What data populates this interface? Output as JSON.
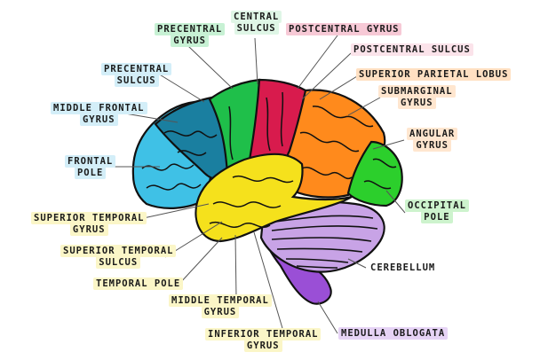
{
  "colors": {
    "frontal_pole": "#3fc1e6",
    "middle_frontal": "#1a7fa0",
    "precentral": "#1fbf4a",
    "postcentral": "#d81b4d",
    "parietal": "#ff8a1c",
    "occipital": "#2ccf2c",
    "temporal": "#f5e11c",
    "cerebellum": "#c8a3e6",
    "medulla": "#9a4fd6",
    "outline": "#111111",
    "leader": "#555555"
  },
  "labels": {
    "precentral_gyrus": {
      "lines": [
        "PRECENTRAL",
        "GYRUS"
      ],
      "tint": "#c7f1d4"
    },
    "central_sulcus": {
      "lines": [
        "CENTRAL",
        "SULCUS"
      ],
      "tint": "#dff6e6"
    },
    "postcentral_gyrus": {
      "lines": [
        "POSTCENTRAL GYRUS"
      ],
      "tint": "#f7c9d6"
    },
    "postcentral_sulcus": {
      "lines": [
        "POSTCENTRAL SULCUS"
      ],
      "tint": "#fbe3ea"
    },
    "superior_parietal_lobus": {
      "lines": [
        "SUPERIOR PARIETAL LOBUS"
      ],
      "tint": "#ffe0c2"
    },
    "submarginal_gyrus": {
      "lines": [
        "SUBMARGINAL",
        "GYRUS"
      ],
      "tint": "#ffe6cf"
    },
    "angular_gyrus": {
      "lines": [
        "ANGULAR",
        "GYRUS"
      ],
      "tint": "#ffe6cf"
    },
    "occipital_pole": {
      "lines": [
        "OCCIPITAL",
        "POLE"
      ],
      "tint": "#cdf3cd"
    },
    "cerebellum": {
      "lines": [
        "CEREBELLUM"
      ],
      "tint": "#ffffff"
    },
    "medulla_oblogata": {
      "lines": [
        "MEDULLA OBLOGATA"
      ],
      "tint": "#e6d3f5"
    },
    "inferior_temporal_gyrus": {
      "lines": [
        "INFERIOR TEMPORAL",
        "GYRUS"
      ],
      "tint": "#fbf6c7"
    },
    "middle_temporal_gyrus": {
      "lines": [
        "MIDDLE TEMPORAL",
        "GYRUS"
      ],
      "tint": "#fbf6c7"
    },
    "temporal_pole": {
      "lines": [
        "TEMPORAL POLE"
      ],
      "tint": "#fbf6c7"
    },
    "superior_temporal_sulcus": {
      "lines": [
        "SUPERIOR TEMPORAL",
        "SULCUS"
      ],
      "tint": "#fbf6c7"
    },
    "superior_temporal_gyrus": {
      "lines": [
        "SUPERIOR TEMPORAL",
        "GYRUS"
      ],
      "tint": "#fbf6c7"
    },
    "frontal_pole": {
      "lines": [
        "FRONTAL",
        "POLE"
      ],
      "tint": "#d3eef8"
    },
    "middle_frontal_gyrus": {
      "lines": [
        "MIDDLE FRONTAL",
        "GYRUS"
      ],
      "tint": "#d3eef8"
    },
    "precentral_sulcus": {
      "lines": [
        "PRECENTRAL",
        "SULCUS"
      ],
      "tint": "#d3eef8"
    }
  }
}
